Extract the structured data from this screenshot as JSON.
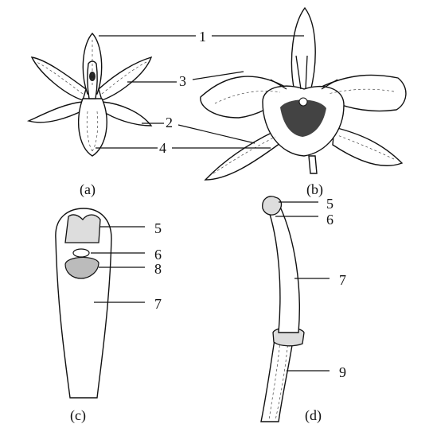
{
  "labels": {
    "n1": "1",
    "n2": "2",
    "n3": "3",
    "n4": "4",
    "n5": "5",
    "n6": "6",
    "n7": "7",
    "n8": "8",
    "n9": "9"
  },
  "captions": {
    "a": "(a)",
    "b": "(b)",
    "c": "(c)",
    "d": "(d)"
  }
}
